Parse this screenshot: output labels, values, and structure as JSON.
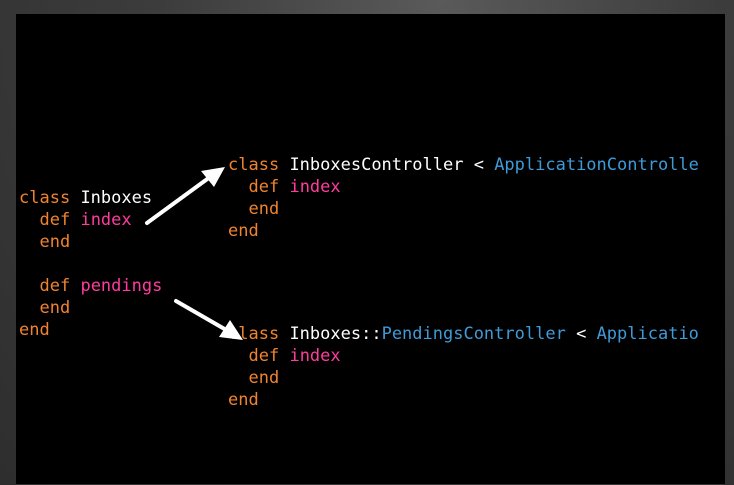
{
  "left_code": {
    "line1": {
      "kw": "class",
      "name": "Inboxes"
    },
    "line2": {
      "kw": "def",
      "method": "index"
    },
    "line3": {
      "kw": "end"
    },
    "line5": {
      "kw": "def",
      "method": "pendings"
    },
    "line6": {
      "kw": "end"
    },
    "line7": {
      "kw": "end"
    }
  },
  "top_code": {
    "line1": {
      "kw": "class",
      "name": "InboxesController",
      "op": "<",
      "const": "ApplicationControlle"
    },
    "line2": {
      "kw": "def",
      "method": "index"
    },
    "line3": {
      "kw": "end"
    },
    "line4": {
      "kw": "end"
    }
  },
  "bottom_code": {
    "line1": {
      "kw": "class",
      "name": "Inboxes",
      "sep": "::",
      "const": "PendingsController",
      "op": "<",
      "const2": "Applicatio"
    },
    "line2": {
      "kw": "def",
      "method": "index"
    },
    "line3": {
      "kw": "end"
    },
    "line4": {
      "kw": "end"
    }
  },
  "colors": {
    "keyword": "#f0832f",
    "method": "#ff3c9e",
    "constant": "#3f9ad8",
    "text": "#ffffff",
    "background": "#000000",
    "arrow": "#ffffff"
  }
}
